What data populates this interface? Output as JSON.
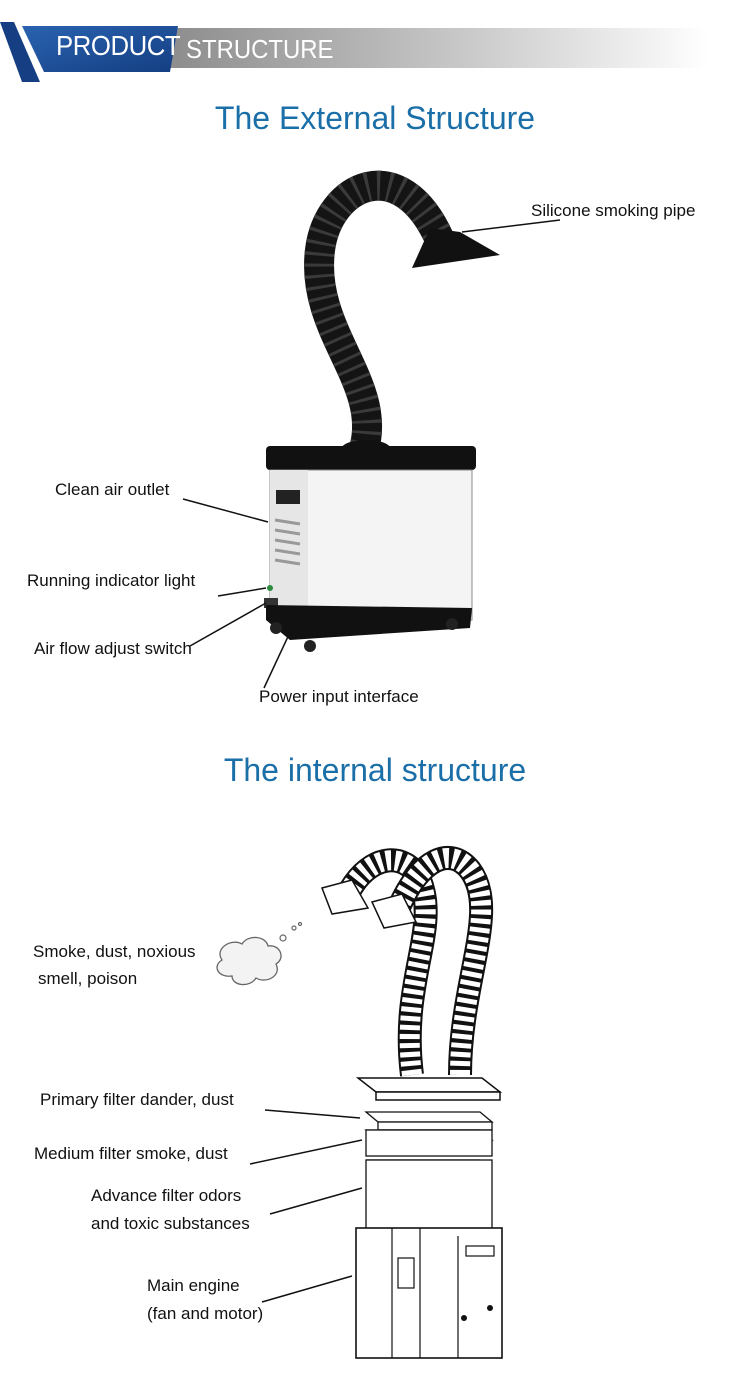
{
  "banner": {
    "product": "PRODUCT",
    "structure": "STRUCTURE"
  },
  "external": {
    "title": "The External Structure",
    "labels": {
      "pipe": "Silicone smoking pipe",
      "outlet": "Clean air outlet",
      "indicator": "Running indicator light",
      "switch": "Air flow adjust switch",
      "power": "Power input interface"
    }
  },
  "internal": {
    "title": "The internal structure",
    "labels": {
      "smoke_1": "Smoke, dust, noxious",
      "smoke_2": "smell, poison",
      "primary": "Primary filter dander, dust",
      "medium": "Medium filter smoke, dust",
      "advance_1": "Advance filter odors",
      "advance_2": "and toxic substances",
      "engine_1": "Main engine",
      "engine_2": "(fan and motor)"
    }
  },
  "colors": {
    "accent": "#1b6fa8",
    "banner_blue": "#1d4f9b"
  }
}
